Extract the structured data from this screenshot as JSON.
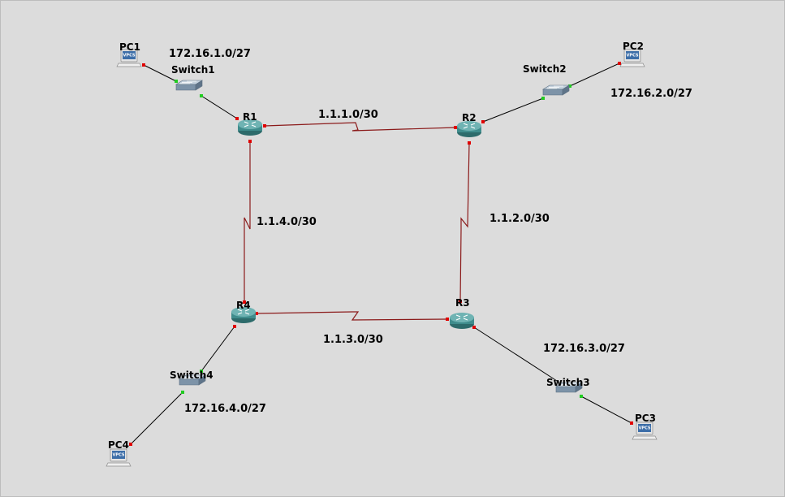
{
  "diagram": {
    "nodes": {
      "pc1": "PC1",
      "pc2": "PC2",
      "pc3": "PC3",
      "pc4": "PC4",
      "switch1": "Switch1",
      "switch2": "Switch2",
      "switch3": "Switch3",
      "switch4": "Switch4",
      "r1": "R1",
      "r2": "R2",
      "r3": "R3",
      "r4": "R4"
    },
    "pc_badge": "VPCS",
    "networks": {
      "lan1": "172.16.1.0/27",
      "lan2": "172.16.2.0/27",
      "lan3": "172.16.3.0/27",
      "lan4": "172.16.4.0/27",
      "wan_r1_r2": "1.1.1.0/30",
      "wan_r2_r3": "1.1.2.0/30",
      "wan_r3_r4": "1.1.3.0/30",
      "wan_r1_r4": "1.1.4.0/30"
    },
    "colors": {
      "background": "#dcdcdc",
      "serial_link": "#8b1a1a",
      "ethernet_link": "#000000",
      "port_down": "#e00000",
      "port_up": "#22cc22",
      "router_body": "#3f8c8c",
      "switch_body": "#7d93a8"
    }
  }
}
